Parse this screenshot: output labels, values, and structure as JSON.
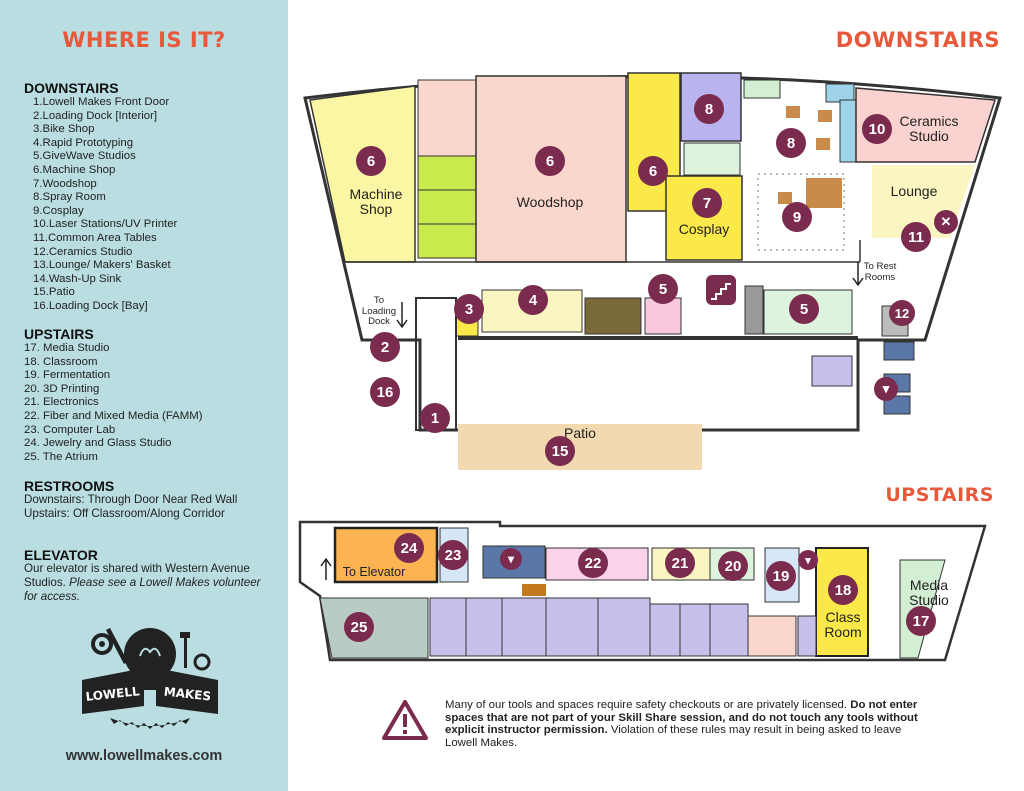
{
  "sidebar": {
    "title": "WHERE IS IT?",
    "downstairs_heading": "DOWNSTAIRS",
    "downstairs_items": [
      "1.Lowell Makes Front Door",
      "2.Loading Dock [Interior]",
      "3.Bike Shop",
      "4.Rapid Prototyping",
      "5.GiveWave Studios",
      "6.Machine Shop",
      "7.Woodshop",
      "8.Spray Room",
      "9.Cosplay",
      "10.Laser Stations/UV Printer",
      "11.Common Area Tables",
      "12.Ceramics Studio",
      "13.Lounge/ Makers' Basket",
      "14.Wash-Up Sink",
      "15.Patio",
      "16.Loading Dock [Bay]"
    ],
    "upstairs_heading": "UPSTAIRS",
    "upstairs_items": [
      "17. Media Studio",
      "18. Classroom",
      "19. Fermentation",
      "20. 3D Printing",
      "21. Electronics",
      "22. Fiber and Mixed Media (FAMM)",
      "23. Computer Lab",
      "24. Jewelry and Glass Studio",
      "25. The Atrium"
    ],
    "restrooms_heading": "RESTROOMS",
    "restrooms_text": "Downstairs: Through Door Near Red Wall Upstairs: Off Classroom/Along Corridor",
    "elevator_heading": "ELEVATOR",
    "elevator_text_plain": "Our elevator is shared with Western Avenue Studios. ",
    "elevator_text_italic": "Please see a Lowell Makes volunteer for access.",
    "logo_text_left": "LOWELL",
    "logo_text_right": "MAKES",
    "website": "www.lowellmakes.com"
  },
  "downstairs": {
    "title": "DOWNSTAIRS",
    "room_labels": {
      "machine_shop": "Machine Shop",
      "woodshop": "Woodshop",
      "cosplay": "Cosplay",
      "ceramics": "Ceramics Studio",
      "lounge": "Lounge",
      "patio": "Patio"
    },
    "labels": {
      "to_loading_dock": "To Loading Dock",
      "to_rest_rooms": "To Rest Rooms"
    },
    "badges": {
      "machine_shop": "6",
      "woodshop": "6",
      "small_6": "6",
      "spray_top": "8",
      "spray_mid": "8",
      "cosplay": "7",
      "laser": "9",
      "ceramics": "10",
      "tables": "11",
      "sink": "12",
      "bike": "3",
      "rapid": "4",
      "givewave_left": "5",
      "givewave_right": "5",
      "loading_int": "2",
      "loading_bay": "16",
      "front_door": "1",
      "patio": "15"
    }
  },
  "upstairs": {
    "title": "UPSTAIRS",
    "room_labels": {
      "to_elevator": "To Elevator",
      "classroom": "Class Room",
      "media": "Media Studio"
    },
    "badges": {
      "jewelry": "24",
      "computer": "23",
      "famm": "22",
      "electronics": "21",
      "printing": "20",
      "fermentation": "19",
      "classroom": "18",
      "media": "17",
      "atrium": "25"
    }
  },
  "notice": {
    "intro": "Many of our tools and spaces require safety checkouts or are privately licensed. ",
    "bold": "Do not enter spaces that are not part of your Skill Share session, and do not touch any tools without explicit instructor permission.",
    "outro": " Violation of these rules may result in being asked to leave Lowell Makes."
  },
  "colors": {
    "sidebar_bg": "#b9dde0",
    "title_orange": "#e8583a",
    "badge_purple": "#7b2c4e",
    "machine_shop": "#fbf6a4",
    "woodshop": "#fad7cc",
    "cosplay": "#fbe94a",
    "spray": "#b9b3ef",
    "ceramics": "#fad3d1",
    "lounge": "#fbf6c1",
    "patio": "#f3d9b0",
    "jewelry": "#fbb451",
    "atrium": "#b9ccc4",
    "lavender": "#c7c0eb",
    "media": "#d2eed3"
  }
}
